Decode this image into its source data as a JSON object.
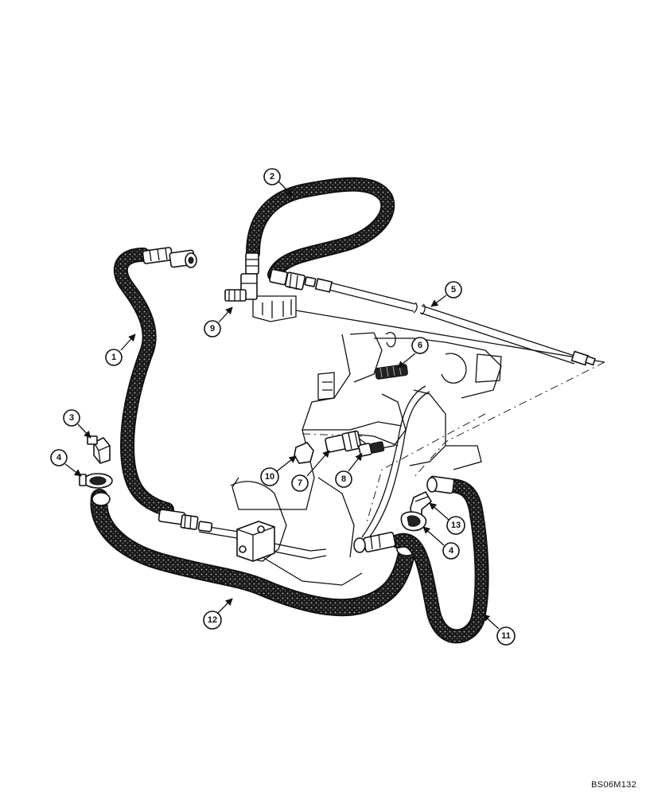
{
  "figure_code": "BS06M132",
  "callouts": [
    {
      "label": "1"
    },
    {
      "label": "2"
    },
    {
      "label": "3"
    },
    {
      "label": "4"
    },
    {
      "label": "4"
    },
    {
      "label": "5"
    },
    {
      "label": "6"
    },
    {
      "label": "7"
    },
    {
      "label": "8"
    },
    {
      "label": "9"
    },
    {
      "label": "10"
    },
    {
      "label": "11"
    },
    {
      "label": "12"
    },
    {
      "label": "13"
    }
  ]
}
